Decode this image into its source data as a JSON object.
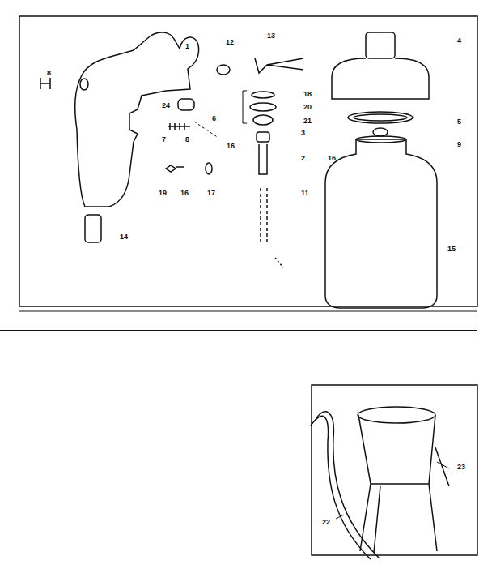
{
  "diagram": {
    "labels": [
      "1",
      "12",
      "13",
      "4",
      "8",
      "24",
      "18",
      "20",
      "6",
      "5",
      "21",
      "3",
      "9",
      "7",
      "8",
      "16",
      "2",
      "16",
      "19",
      "16",
      "17",
      "11",
      "14",
      "15",
      "23",
      "22"
    ]
  }
}
